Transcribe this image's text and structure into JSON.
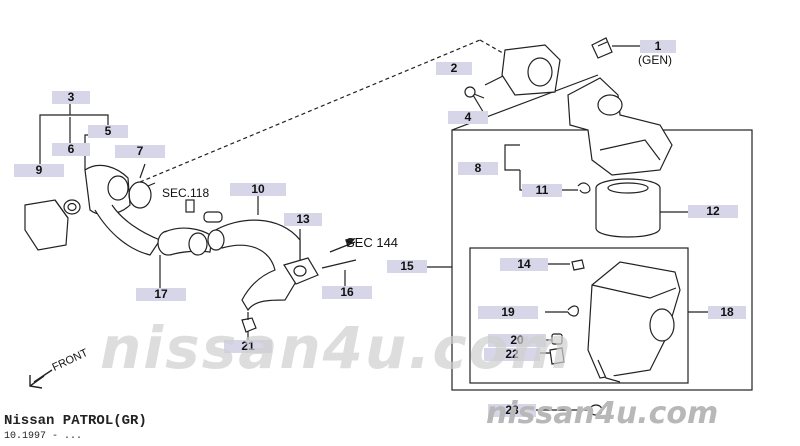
{
  "callouts": [
    {
      "id": "1",
      "text": "1"
    },
    {
      "id": "2",
      "text": "2"
    },
    {
      "id": "3",
      "text": "3"
    },
    {
      "id": "4",
      "text": "4"
    },
    {
      "id": "5",
      "text": "5"
    },
    {
      "id": "6",
      "text": "6"
    },
    {
      "id": "7",
      "text": "7"
    },
    {
      "id": "8",
      "text": "8"
    },
    {
      "id": "9",
      "text": "9"
    },
    {
      "id": "10",
      "text": "10"
    },
    {
      "id": "11",
      "text": "11"
    },
    {
      "id": "12",
      "text": "12"
    },
    {
      "id": "13",
      "text": "13"
    },
    {
      "id": "14",
      "text": "14"
    },
    {
      "id": "15",
      "text": "15"
    },
    {
      "id": "16",
      "text": "16"
    },
    {
      "id": "17",
      "text": "17"
    },
    {
      "id": "18",
      "text": "18"
    },
    {
      "id": "19",
      "text": "19"
    },
    {
      "id": "20",
      "text": "20"
    },
    {
      "id": "21",
      "text": "21"
    },
    {
      "id": "22",
      "text": "22"
    },
    {
      "id": "23",
      "text": "23"
    }
  ],
  "labels": {
    "gen": "(GEN)",
    "sec118": "SEC.118",
    "sec144": "SEC 144",
    "front": "FRONT"
  },
  "footer": {
    "model": "Nissan PATROL(GR)",
    "date": "10.1997 - ..."
  },
  "watermark": {
    "main": "nissan4u.com",
    "corner": "nissan4u.com"
  }
}
